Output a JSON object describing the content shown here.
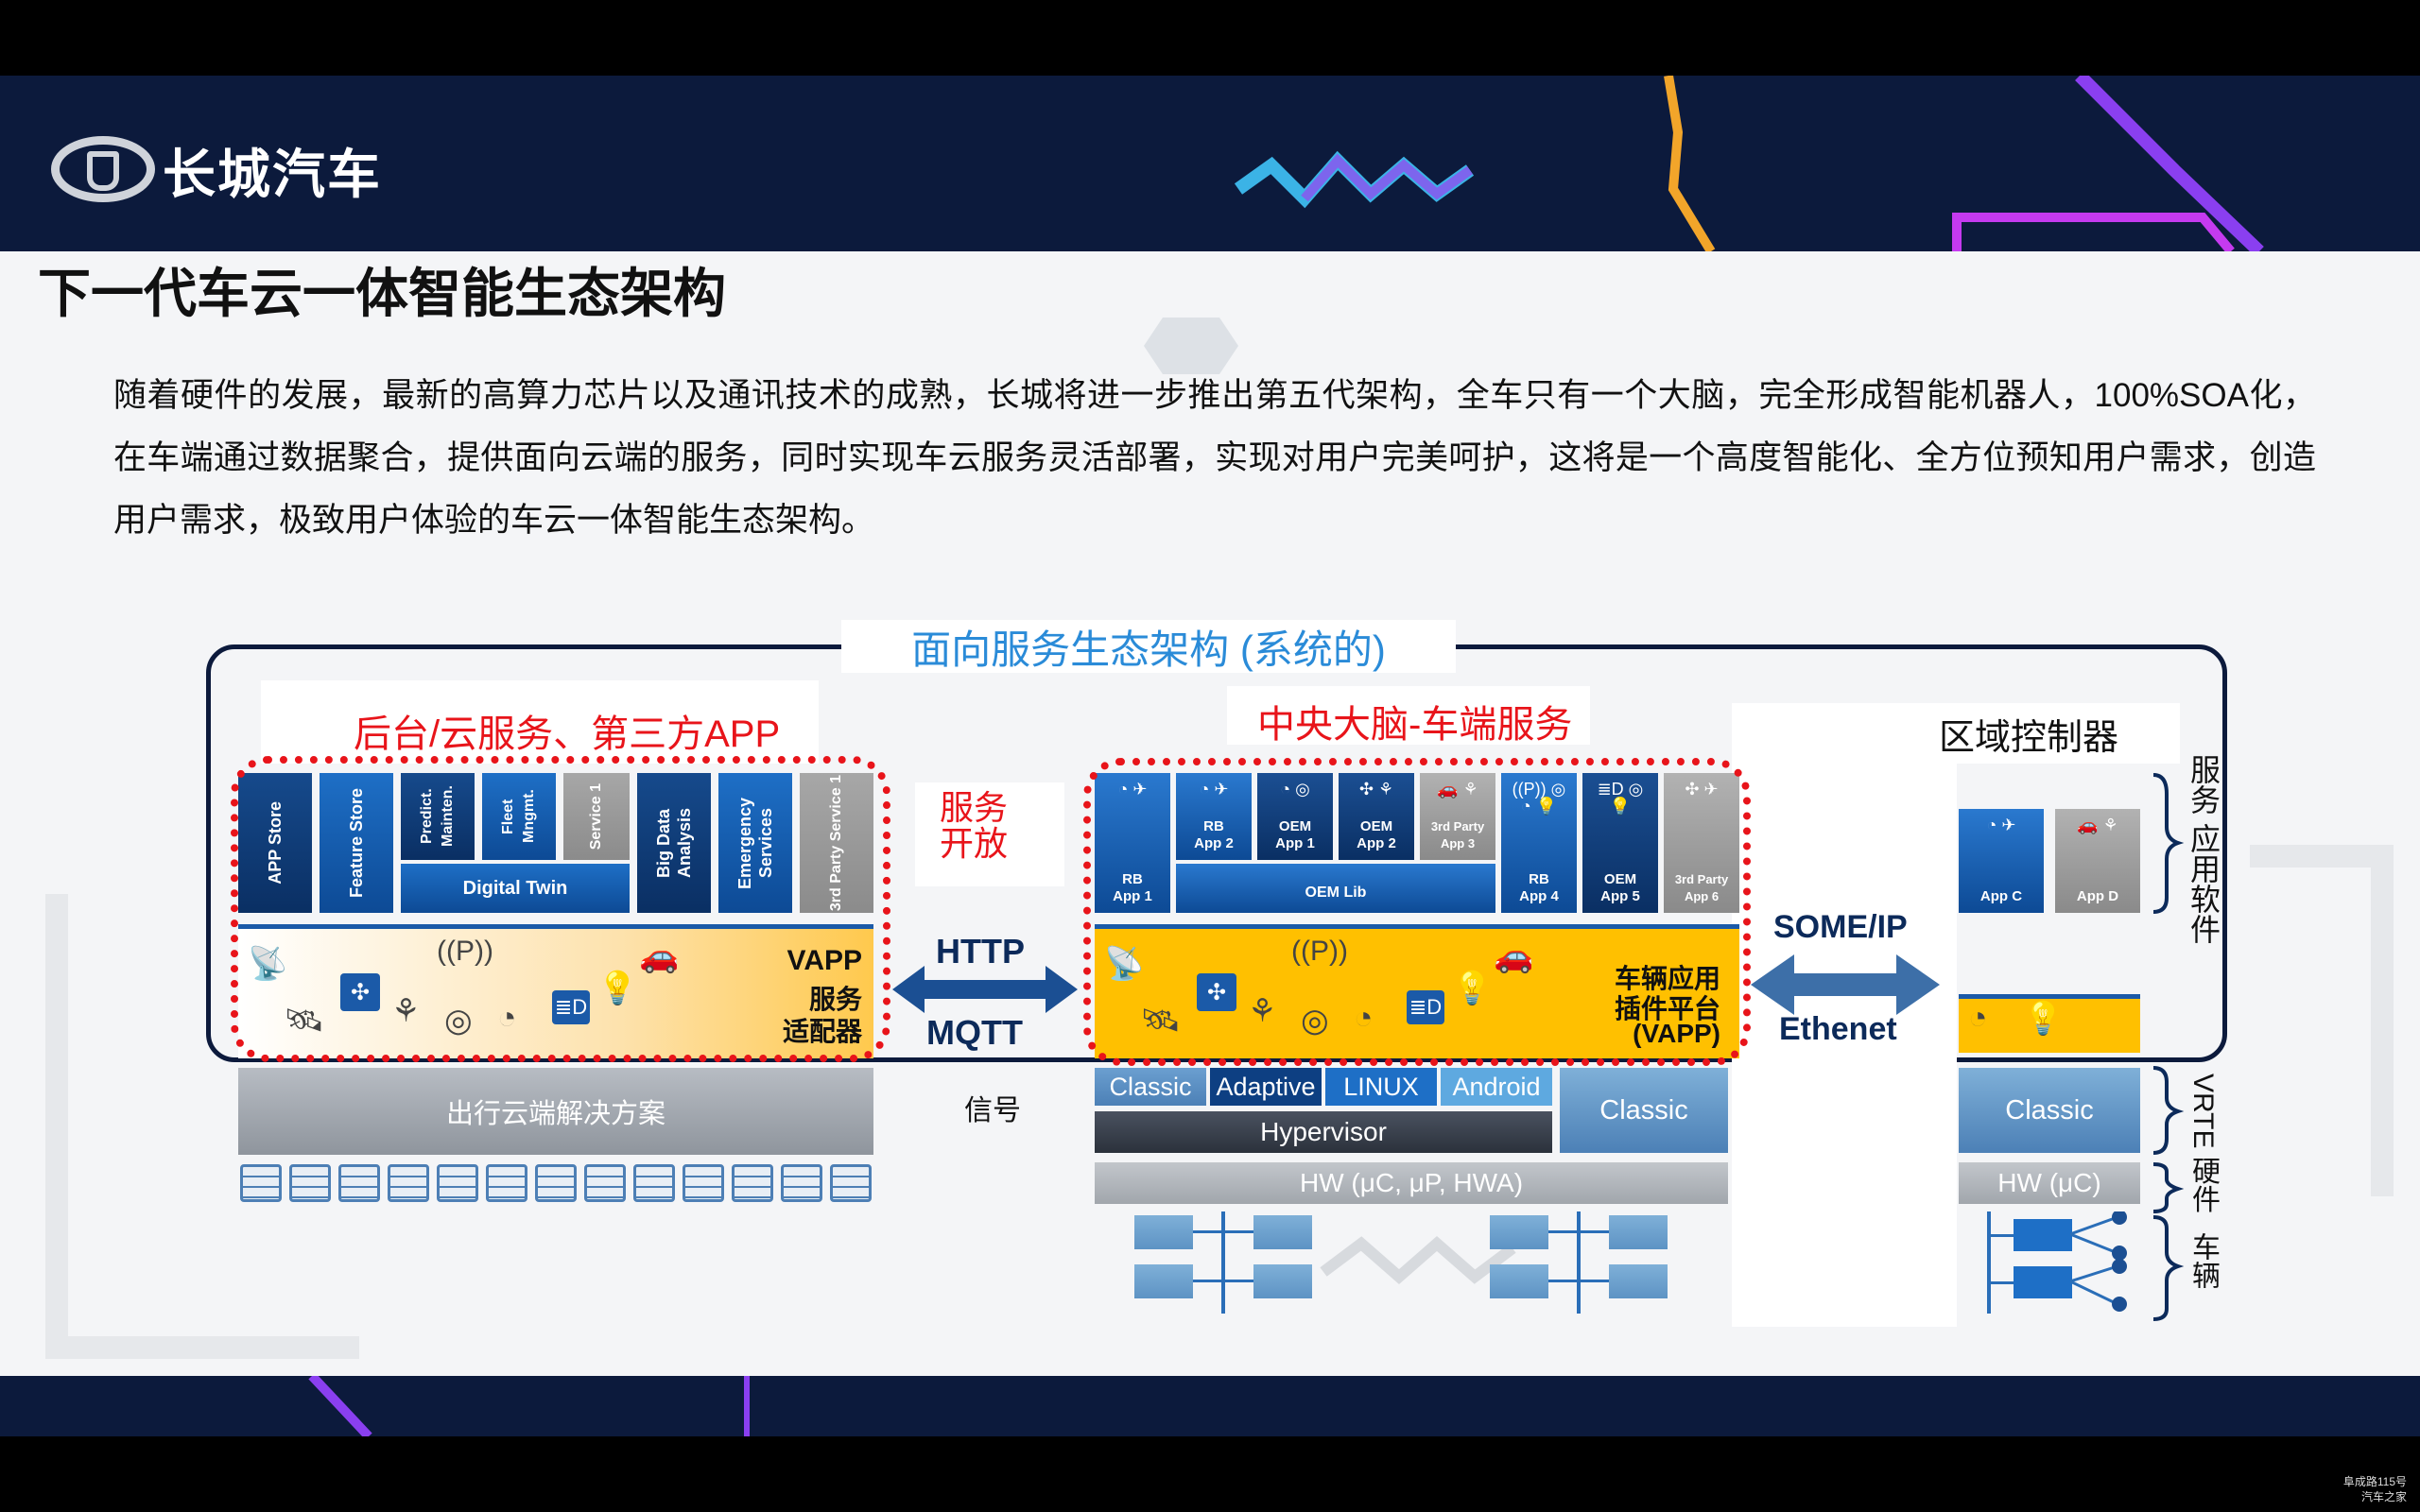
{
  "header": {
    "logo_text": "长城汽车",
    "watermark_line1": "阜成路115号",
    "watermark_line2": "汽车之家"
  },
  "title": "下一代车云一体智能生态架构",
  "paragraph": "随着硬件的发展，最新的高算力芯片以及通讯技术的成熟，长城将进一步推出第五代架构，全车只有一个大脑，完全形成智能机器人，100%SOA化，在车端通过数据聚合，提供面向云端的服务，同时实现车云服务灵活部署，实现对用户完美呵护，这将是一个高度智能化、全方位预知用户需求，创造用户需求，极致用户体验的车云一体智能生态架构。",
  "diagram": {
    "frame_title": "面向服务生态架构 (系统的)",
    "cloud": {
      "label": "后台/云服务、第三方APP",
      "apps": [
        "APP Store",
        "Feature Store",
        "Predict. Mainten.",
        "Fleet Mngmt.",
        "Service 1",
        "Big Data Analysis",
        "Emergency Services",
        "3rd Party Service 1"
      ],
      "digital_twin": "Digital Twin",
      "vapp_l1": "VAPP",
      "vapp_l2": "服务",
      "vapp_l3": "适配器",
      "solution": "出行云端解决方案"
    },
    "service_open": {
      "l1": "服务",
      "l2": "开放"
    },
    "protocols": {
      "http": "HTTP",
      "mqtt": "MQTT",
      "signal": "信号",
      "someip": "SOME/IP",
      "ethernet": "Ethenet"
    },
    "central": {
      "label": "中央大脑-车端服务",
      "apps": [
        {
          "l1": "RB",
          "l2": "App 1"
        },
        {
          "l1": "RB",
          "l2": "App 2"
        },
        {
          "l1": "OEM",
          "l2": "App 1"
        },
        {
          "l1": "OEM",
          "l2": "App 2"
        },
        {
          "l1": "3rd Party",
          "l2": "App 3"
        },
        {
          "l1": "RB",
          "l2": "App 4"
        },
        {
          "l1": "OEM",
          "l2": "App 5"
        },
        {
          "l1": "3rd Party",
          "l2": "App 6"
        }
      ],
      "oem_lib": "OEM Lib",
      "vapp_l1": "车辆应用",
      "vapp_l2": "插件平台",
      "vapp_l3": "(VAPP)",
      "os": [
        "Classic",
        "Adaptive",
        "LINUX",
        "Android"
      ],
      "hypervisor": "Hypervisor",
      "classic": "Classic",
      "hw": "HW (μC, μP, HWA)"
    },
    "zone": {
      "label": "区域控制器",
      "apps": [
        "App C",
        "App D"
      ],
      "classic": "Classic",
      "hw": "HW (μC)"
    },
    "side_labels": {
      "service": "服务 应用软件",
      "vrte": "VRTE 硬件",
      "vehicle": "车辆"
    }
  },
  "colors": {
    "navy": "#0c1a3c",
    "red": "#e8141a",
    "blue": "#0d4a95",
    "yellow": "#ffc000",
    "accent_text": "#2a8bd8"
  }
}
